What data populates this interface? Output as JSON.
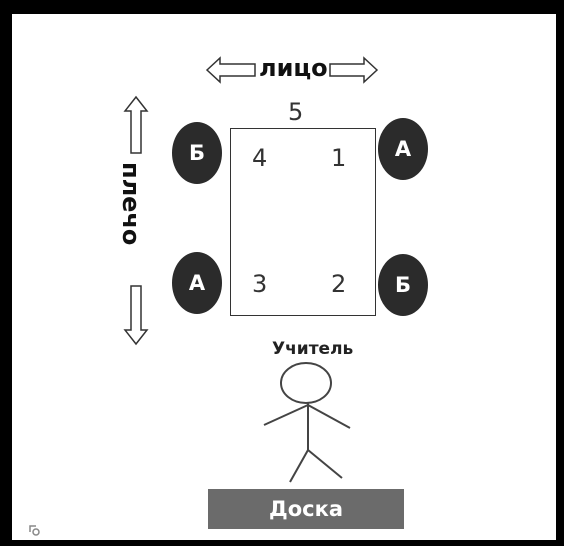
{
  "labels": {
    "face": "лицо",
    "shoulder": "плечо",
    "teacher": "Учитель",
    "board": "Доска"
  },
  "desk_numbers": {
    "n1": "1",
    "n2": "2",
    "n3": "3",
    "n4": "4",
    "n5": "5"
  },
  "students": {
    "top_left": "Б",
    "top_right": "А",
    "bottom_left": "А",
    "bottom_right": "Б"
  },
  "colors": {
    "student_fill": "#2b2b2b",
    "board_fill": "#6b6b6b",
    "frame": "#000000"
  }
}
